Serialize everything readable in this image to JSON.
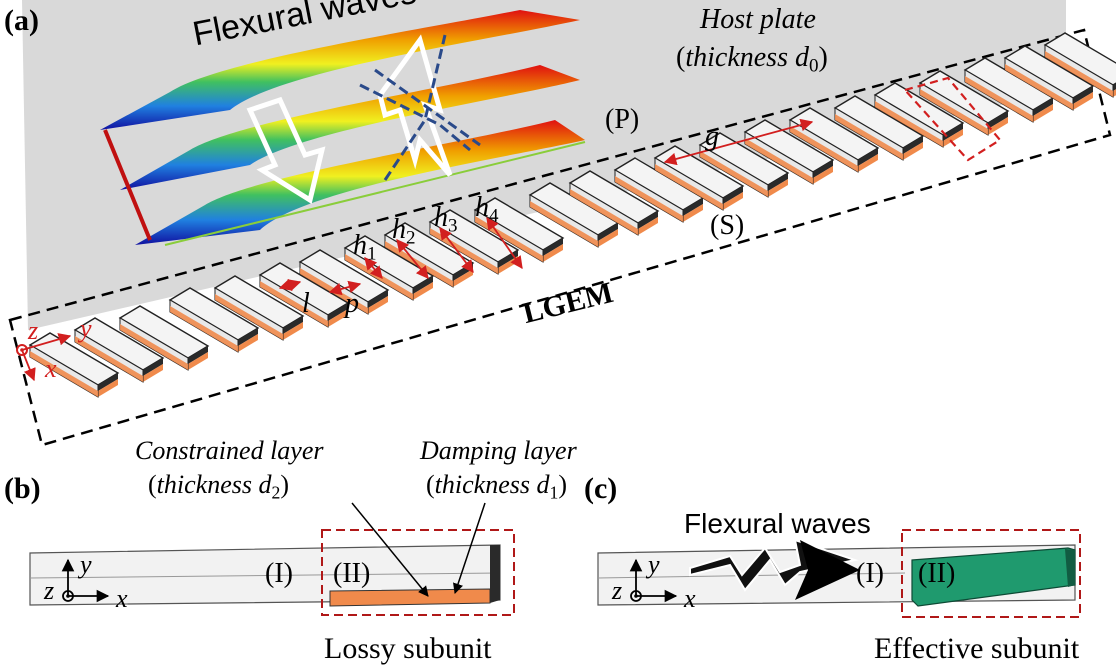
{
  "panel_a": {
    "panel_label": "(a)",
    "flexural_waves": "Flexural waves",
    "host_plate_title": "Host plate",
    "host_plate_thickness_word": "thickness",
    "host_plate_thickness_symbol": "d",
    "host_plate_thickness_sub": "0",
    "label_P": "(P)",
    "label_S": "(S)",
    "label_g": "g",
    "label_l": "l",
    "label_p": "p",
    "h_symbol": "h",
    "h_subscripts": [
      "1",
      "2",
      "3",
      "4"
    ],
    "axis_z": "z",
    "axis_y": "y",
    "axis_x": "x",
    "lgem": "LGEM"
  },
  "panel_b": {
    "panel_label": "(b)",
    "constrained_layer_title": "Constrained layer",
    "constrained_thickness_word": "thickness",
    "constrained_thickness_symbol": "d",
    "constrained_thickness_sub": "2",
    "damping_layer_title": "Damping layer",
    "damping_thickness_word": "thickness",
    "damping_thickness_symbol": "d",
    "damping_thickness_sub": "1",
    "region_I": "(I)",
    "region_II": "(II)",
    "axis_z": "z",
    "axis_y": "y",
    "axis_x": "x",
    "subunit": "Lossy subunit"
  },
  "panel_c": {
    "panel_label": "(c)",
    "flexural_waves": "Flexural waves",
    "region_I": "(I)",
    "region_II": "(II)",
    "axis_z": "z",
    "axis_y": "y",
    "axis_x": "x",
    "subunit": "Effective subunit"
  },
  "colors": {
    "host_plate": "#d9d9d9",
    "damping_layer": "#f08a4b",
    "effective_subunit": "#1f9a6e",
    "annotation_red": "#d21f1f"
  }
}
